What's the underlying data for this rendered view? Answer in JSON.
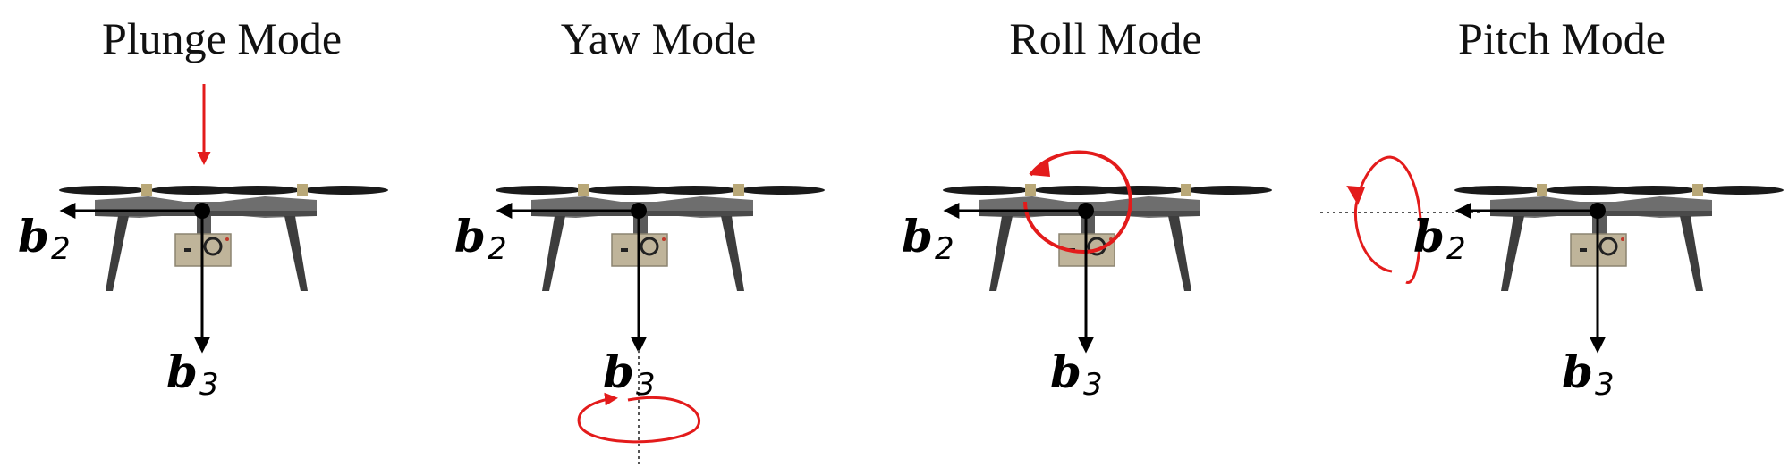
{
  "colors": {
    "arrow": "#000000",
    "motion": "#e31b1b",
    "body": "#6e6e6e",
    "body_dark": "#4a4a4a",
    "leg": "#3d3d3d",
    "propeller": "#1a1a1a",
    "motor": "#b9a878",
    "camera": "#bfb49a",
    "guide_line": "#555555"
  },
  "panels": [
    {
      "id": "plunge",
      "title": "Plunge Mode",
      "label_b2": "b",
      "sub_b2": "2",
      "label_b3": "b",
      "sub_b3": "3",
      "motion_icon": "down-arrow-icon"
    },
    {
      "id": "yaw",
      "title": "Yaw Mode",
      "label_b2": "b",
      "sub_b2": "2",
      "label_b3": "b",
      "sub_b3": "3",
      "motion_icon": "yaw-rotation-icon"
    },
    {
      "id": "roll",
      "title": "Roll Mode",
      "label_b2": "b",
      "sub_b2": "2",
      "label_b3": "b",
      "sub_b3": "3",
      "motion_icon": "roll-rotation-icon"
    },
    {
      "id": "pitch",
      "title": "Pitch Mode",
      "label_b2": "b",
      "sub_b2": "2",
      "label_b3": "b",
      "sub_b3": "3",
      "motion_icon": "pitch-rotation-icon"
    }
  ]
}
